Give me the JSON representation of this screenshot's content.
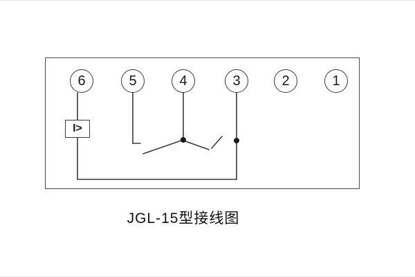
{
  "diagram": {
    "type": "relay-terminal-wiring-diagram",
    "terminals": [
      {
        "label": "6"
      },
      {
        "label": "5"
      },
      {
        "label": "4"
      },
      {
        "label": "3"
      },
      {
        "label": "2"
      },
      {
        "label": "1"
      }
    ],
    "relay_element_label": "I>",
    "caption": "JGL-15型接线图"
  },
  "colors": {
    "line": "#3a3a3a",
    "text": "#1a1a1a",
    "background": "#ffffff"
  }
}
